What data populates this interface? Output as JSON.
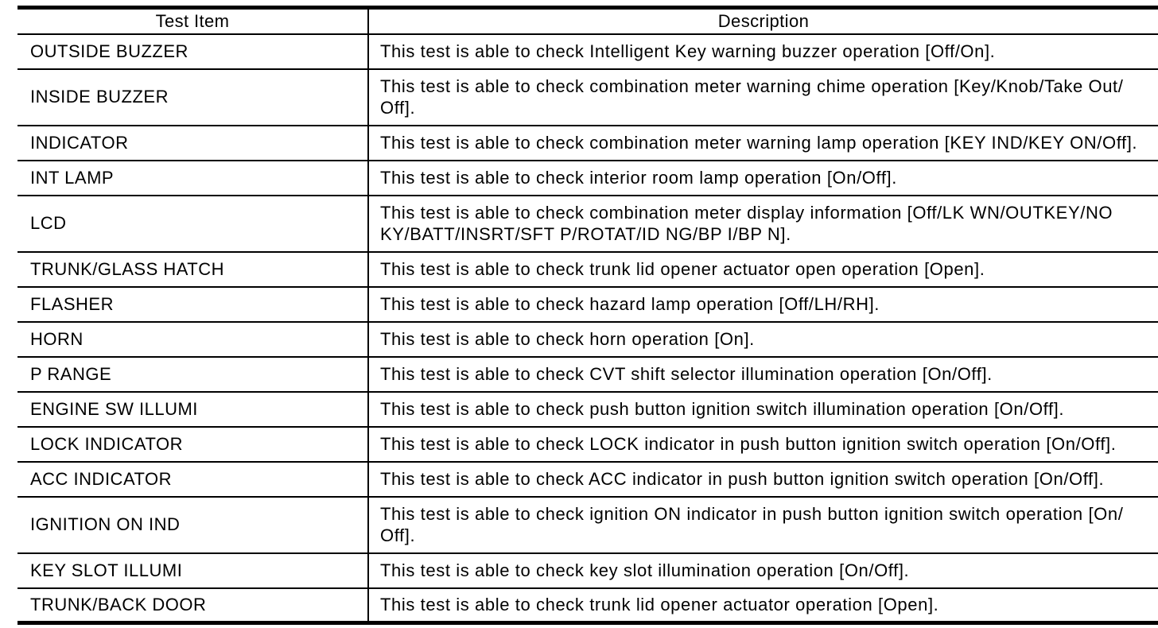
{
  "table": {
    "headers": {
      "item": "Test Item",
      "description": "Description"
    },
    "rows": [
      {
        "item": "OUTSIDE BUZZER",
        "description": "This test is able to check Intelligent Key warning buzzer operation [Off/On]."
      },
      {
        "item": "INSIDE BUZZER",
        "description": "This test is able to check combination meter warning chime operation [Key/Knob/Take Out/Off]."
      },
      {
        "item": "INDICATOR",
        "description": "This test is able to check combination meter warning lamp operation [KEY IND/KEY ON/Off]."
      },
      {
        "item": "INT LAMP",
        "description": "This test is able to check interior room lamp operation [On/Off]."
      },
      {
        "item": "LCD",
        "description": "This test is able to check combination meter display information [Off/LK WN/OUTKEY/NO KY/BATT/INSRT/SFT P/ROTAT/ID NG/BP I/BP N]."
      },
      {
        "item": "TRUNK/GLASS HATCH",
        "description": "This test is able to check trunk lid opener actuator open operation [Open]."
      },
      {
        "item": "FLASHER",
        "description": "This test is able to check hazard lamp operation [Off/LH/RH]."
      },
      {
        "item": "HORN",
        "description": "This test is able to check horn operation [On]."
      },
      {
        "item": "P RANGE",
        "description": "This test is able to check CVT shift selector illumination operation [On/Off]."
      },
      {
        "item": "ENGINE SW ILLUMI",
        "description": "This test is able to check push button ignition switch illumination operation [On/Off]."
      },
      {
        "item": "LOCK INDICATOR",
        "description": "This test is able to check LOCK indicator in push button ignition switch operation [On/Off]."
      },
      {
        "item": "ACC INDICATOR",
        "description": "This test is able to check ACC indicator in push button ignition switch operation [On/Off]."
      },
      {
        "item": "IGNITION ON IND",
        "description": "This test is able to check ignition ON indicator in push button ignition switch operation [On/Off]."
      },
      {
        "item": "KEY SLOT ILLUMI",
        "description": "This test is able to check key slot illumination operation [On/Off]."
      },
      {
        "item": "TRUNK/BACK DOOR",
        "description": "This test is able to check trunk lid opener actuator operation [Open]."
      }
    ],
    "colors": {
      "line": "#000000",
      "background": "#ffffff",
      "text": "#000000"
    }
  }
}
